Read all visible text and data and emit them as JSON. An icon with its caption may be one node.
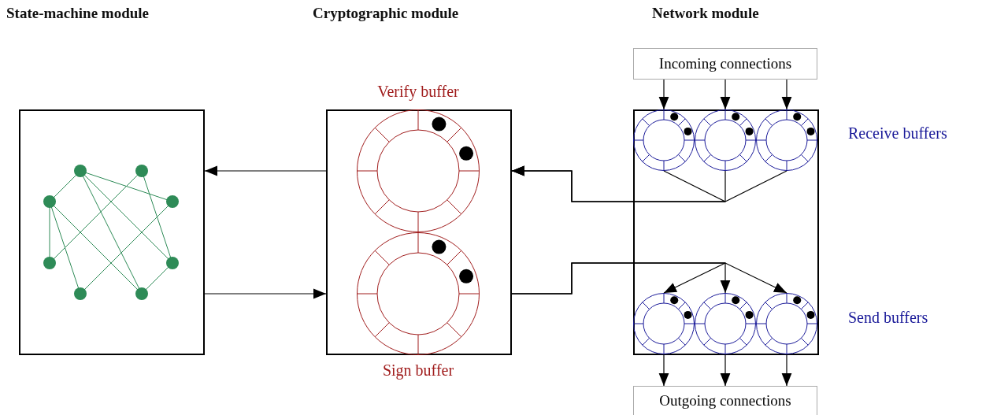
{
  "diagram": {
    "nodes": [
      {
        "text": [],
        "shape": "box"
      },
      {
        "text": [],
        "shape": "box"
      },
      {
        "text": [
          "Verify buffer"
        ],
        "in": 1
      },
      {
        "text": [
          "Sign buffer"
        ],
        "in": 1
      },
      {
        "text": [],
        "shape": "box"
      },
      {
        "text": [
          "Incoming connections"
        ]
      },
      {
        "text": [],
        "shape": "circle",
        "in": 4
      },
      {
        "text": [],
        "shape": "circle",
        "in": 4
      },
      {
        "text": [],
        "shape": "circle",
        "in": 4
      },
      {
        "text": [],
        "shape": "circle",
        "in": 4
      },
      {
        "text": [],
        "shape": "circle",
        "in": 4
      },
      {
        "text": [],
        "shape": "circle",
        "in": 4
      },
      {
        "text": [
          "Outgoing connections"
        ]
      }
    ],
    "edges": [
      {
        "from": 1,
        "to": 0,
        "arrow": "to"
      },
      {
        "from": 0,
        "to": 1,
        "arrow": "to"
      },
      {
        "from": 6,
        "to": 1,
        "arrow": "to"
      },
      {
        "from": 7,
        "to": 1,
        "arrow": "to"
      },
      {
        "from": 8,
        "to": 1,
        "arrow": "to"
      },
      {
        "from": 1,
        "to": 9,
        "arrow": "to"
      },
      {
        "from": 1,
        "to": 10,
        "arrow": "to"
      },
      {
        "from": 1,
        "to": 11,
        "arrow": "to"
      },
      {
        "from": 5,
        "to": 6,
        "arrow": "to"
      },
      {
        "from": 5,
        "to": 7,
        "arrow": "to"
      },
      {
        "from": 5,
        "to": 8,
        "arrow": "to"
      },
      {
        "from": 9,
        "to": 12,
        "arrow": "to"
      },
      {
        "from": 10,
        "to": 12,
        "arrow": "to"
      },
      {
        "from": 11,
        "to": 12,
        "arrow": "to"
      }
    ],
    "labels": [
      "State-machine module",
      "Cryptographic module",
      "Network module",
      "Receive buffers",
      "Send buffers"
    ]
  }
}
